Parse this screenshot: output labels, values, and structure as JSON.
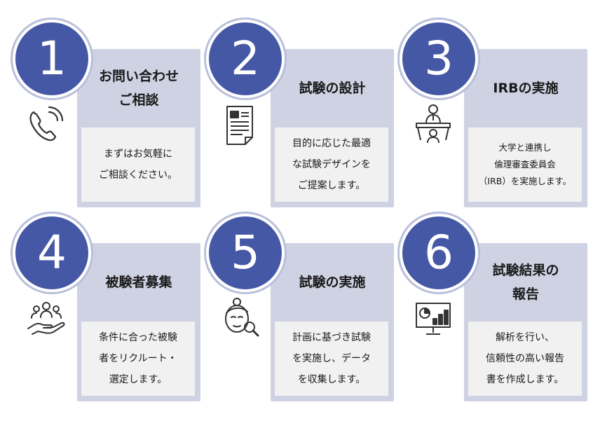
{
  "steps": [
    {
      "number": "1",
      "title": "お問い合わせ\nご相談",
      "desc": "まずはお気軽に\nご相談ください。",
      "icon": "phone-icon"
    },
    {
      "number": "2",
      "title": "試験の設計",
      "desc": "目的に応じた最適\nな試験デザインを\nご提案します。",
      "icon": "document-icon"
    },
    {
      "number": "3",
      "title": "IRBの実施",
      "desc": "大学と連携し\n倫理審査委員会\n（IRB）を実施します。",
      "icon": "committee-icon"
    },
    {
      "number": "4",
      "title": "被験者募集",
      "desc": "条件に合った被験\n者をリクルート・\n選定します。",
      "icon": "recruit-icon"
    },
    {
      "number": "5",
      "title": "試験の実施",
      "desc": "計画に基づき試験\nを実施し、データ\nを収集します。",
      "icon": "examine-icon"
    },
    {
      "number": "6",
      "title": "試験結果の\n報告",
      "desc": "解析を行い、\n信頼性の高い報告\n書を作成します。",
      "icon": "report-chart-icon"
    }
  ],
  "colors": {
    "circle": "#4558a6",
    "card": "#cfd2e3",
    "box": "#f1f1f1"
  }
}
